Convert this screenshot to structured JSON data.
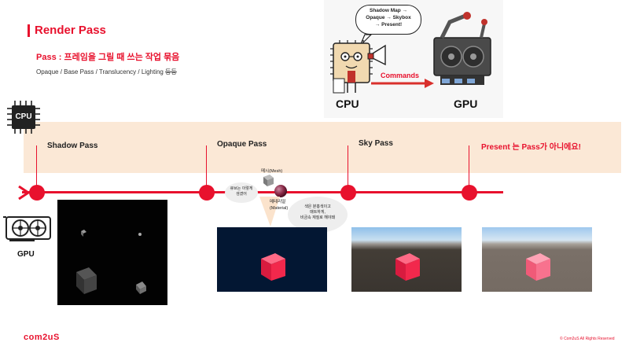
{
  "slide": {
    "title": "Render Pass",
    "subtitle": "Pass : 프레임을 그릴 때 쓰는 작업 묶음",
    "pass_list_main": "Opaque / Base Pass  / Translucency / Lighting ",
    "pass_list_struck": "등등"
  },
  "illustration": {
    "speech": [
      "Shadow Map →",
      "Opaque → Skybox",
      "→ Present!"
    ],
    "commands_label": "Commands",
    "cpu_label": "CPU",
    "gpu_label": "GPU"
  },
  "timeline": {
    "cpu_chip_label": "CPU",
    "gpu_label": "GPU",
    "passes": [
      {
        "label": "Shadow Pass"
      },
      {
        "label": "Opaque Pass"
      },
      {
        "label": "Sky Pass"
      },
      {
        "label": "Present 는 Pass가 아니에요!"
      }
    ]
  },
  "annotations": {
    "cube_bubble": [
      "큐브는 이렇게",
      "생겼어"
    ],
    "mesh_label": "메시(Mesh)",
    "material_label": [
      "메테리얼",
      "(Material)"
    ],
    "material_bubble": [
      "색은 분홍색이고",
      "매트하게,",
      "비금속 재질로 해야돼"
    ]
  },
  "colors": {
    "accent": "#e8112d",
    "band": "#fbe8d6",
    "cube": "#ee2648",
    "cube_light": "#f36c86"
  },
  "footer": {
    "logo": "com2uS",
    "copyright": "© Com2uS All Rights Reserved"
  }
}
